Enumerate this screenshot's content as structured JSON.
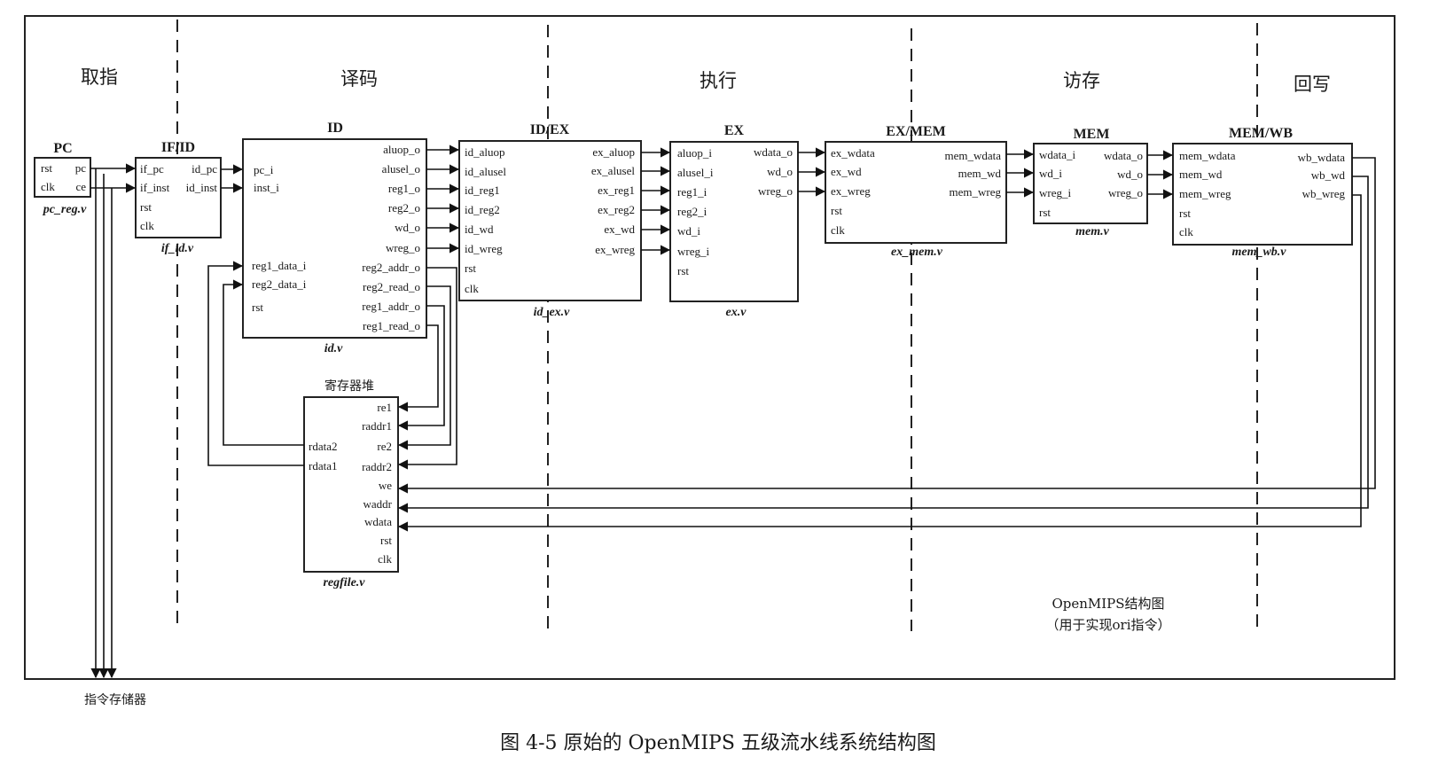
{
  "stages": [
    "取指",
    "译码",
    "执行",
    "访存",
    "回写"
  ],
  "modules": {
    "pc": {
      "title": "PC",
      "file": "pc_reg.v",
      "ports_left": [
        "rst",
        "clk"
      ],
      "ports_right": [
        "pc",
        "ce"
      ]
    },
    "ifid": {
      "title": "IF/ID",
      "file": "if_id.v",
      "ports_left": [
        "if_pc",
        "if_inst",
        "rst",
        "clk"
      ],
      "ports_right": [
        "id_pc",
        "id_inst"
      ]
    },
    "id": {
      "title": "ID",
      "file": "id.v",
      "ports_left": [
        "pc_i",
        "inst_i",
        "reg1_data_i",
        "reg2_data_i",
        "rst"
      ],
      "ports_right": [
        "aluop_o",
        "alusel_o",
        "reg1_o",
        "reg2_o",
        "wd_o",
        "wreg_o",
        "reg2_addr_o",
        "reg2_read_o",
        "reg1_addr_o",
        "reg1_read_o"
      ]
    },
    "idex": {
      "title": "ID/EX",
      "file": "id_ex.v",
      "ports_left": [
        "id_aluop",
        "id_alusel",
        "id_reg1",
        "id_reg2",
        "id_wd",
        "id_wreg",
        "rst",
        "clk"
      ],
      "ports_right": [
        "ex_aluop",
        "ex_alusel",
        "ex_reg1",
        "ex_reg2",
        "ex_wd",
        "ex_wreg"
      ]
    },
    "ex": {
      "title": "EX",
      "file": "ex.v",
      "ports_left": [
        "aluop_i",
        "alusel_i",
        "reg1_i",
        "reg2_i",
        "wd_i",
        "wreg_i",
        "rst"
      ],
      "ports_right": [
        "wdata_o",
        "wd_o",
        "wreg_o"
      ]
    },
    "exmem": {
      "title": "EX/MEM",
      "file": "ex_mem.v",
      "ports_left": [
        "ex_wdata",
        "ex_wd",
        "ex_wreg",
        "rst",
        "clk"
      ],
      "ports_right": [
        "mem_wdata",
        "mem_wd",
        "mem_wreg"
      ]
    },
    "mem": {
      "title": "MEM",
      "file": "mem.v",
      "ports_left": [
        "wdata_i",
        "wd_i",
        "wreg_i",
        "rst"
      ],
      "ports_right": [
        "wdata_o",
        "wd_o",
        "wreg_o"
      ]
    },
    "memwb": {
      "title": "MEM/WB",
      "file": "mem_wb.v",
      "ports_left": [
        "mem_wdata",
        "mem_wd",
        "mem_wreg",
        "rst",
        "clk"
      ],
      "ports_right": [
        "wb_wdata",
        "wb_wd",
        "wb_wreg"
      ]
    },
    "regfile": {
      "title": "寄存器堆",
      "file": "regfile.v",
      "ports_left": [
        "rdata2",
        "rdata1"
      ],
      "ports_right": [
        "re1",
        "raddr1",
        "re2",
        "raddr2",
        "we",
        "waddr",
        "wdata",
        "rst",
        "clk"
      ]
    }
  },
  "instruction_memory_label": "指令存储器",
  "note": {
    "line1": "OpenMIPS结构图",
    "line2": "（用于实现ori指令）"
  },
  "caption": "图 4-5   原始的 OpenMIPS 五级流水线系统结构图"
}
